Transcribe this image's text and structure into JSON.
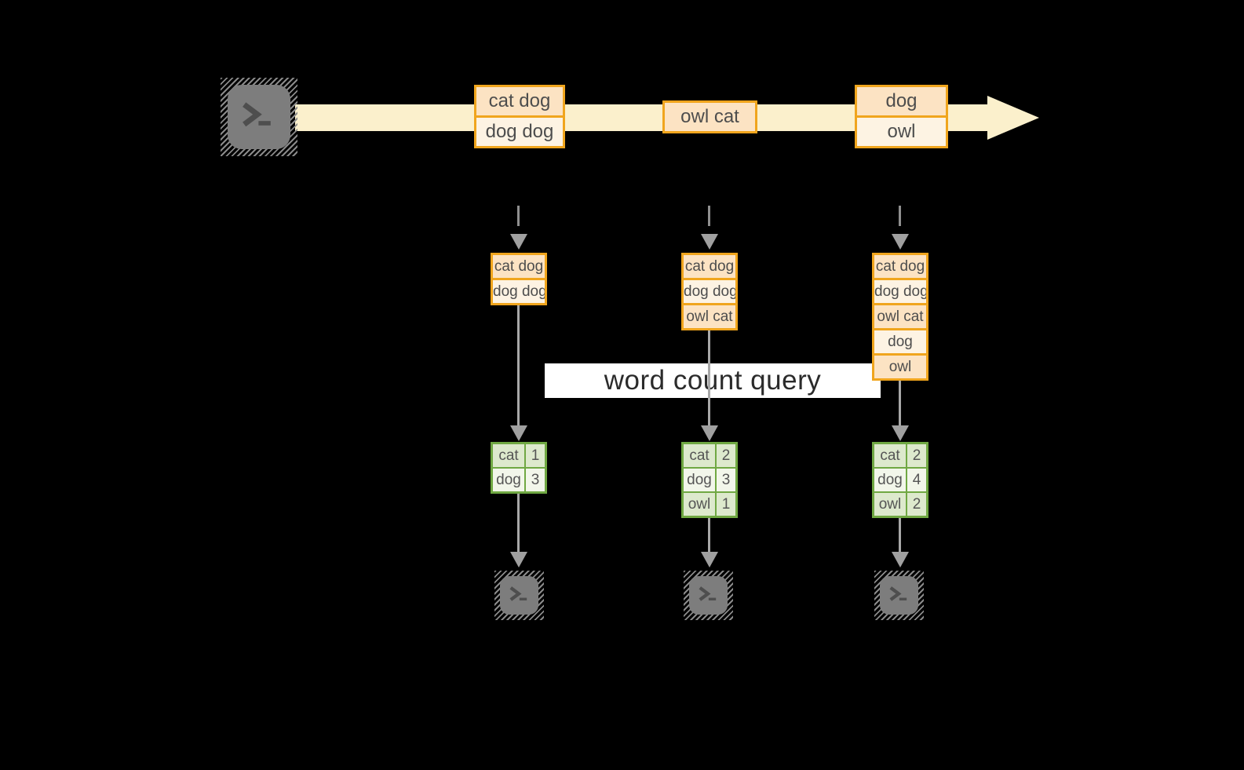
{
  "background": "#000000",
  "colors": {
    "stream_band": "#fbf0cc",
    "box_border_orange": "#f0a51d",
    "box_fill_peach": "#fce3c3",
    "box_fill_cream": "#fdf3e3",
    "table_border_green": "#70a843",
    "table_fill_green": "#dde9cd",
    "table_fill_pale": "#f2f6ea",
    "arrow_gray": "#a8a8a8",
    "label_bg": "#ffffff",
    "label_text": "#2b2b2b",
    "terminal_gray": "#7d7d7d"
  },
  "icons": {
    "source": "terminal-icon",
    "sink_1": "terminal-icon",
    "sink_2": "terminal-icon",
    "sink_3": "terminal-icon"
  },
  "label": {
    "text": "word count query"
  },
  "stream": {
    "messages": [
      {
        "lines": [
          "cat dog",
          "dog dog"
        ]
      },
      {
        "lines": [
          "owl cat"
        ]
      },
      {
        "lines": [
          "dog",
          "owl"
        ]
      }
    ]
  },
  "states": [
    {
      "lines": [
        "cat dog",
        "dog dog"
      ]
    },
    {
      "lines": [
        "cat dog",
        "dog dog",
        "owl cat"
      ]
    },
    {
      "lines": [
        "cat dog",
        "dog dog",
        "owl cat",
        "dog",
        "owl"
      ]
    }
  ],
  "counts": [
    {
      "rows": [
        {
          "word": "cat",
          "count": "1"
        },
        {
          "word": "dog",
          "count": "3"
        }
      ]
    },
    {
      "rows": [
        {
          "word": "cat",
          "count": "2"
        },
        {
          "word": "dog",
          "count": "3"
        },
        {
          "word": "owl",
          "count": "1"
        }
      ]
    },
    {
      "rows": [
        {
          "word": "cat",
          "count": "2"
        },
        {
          "word": "dog",
          "count": "4"
        },
        {
          "word": "owl",
          "count": "2"
        }
      ]
    }
  ]
}
